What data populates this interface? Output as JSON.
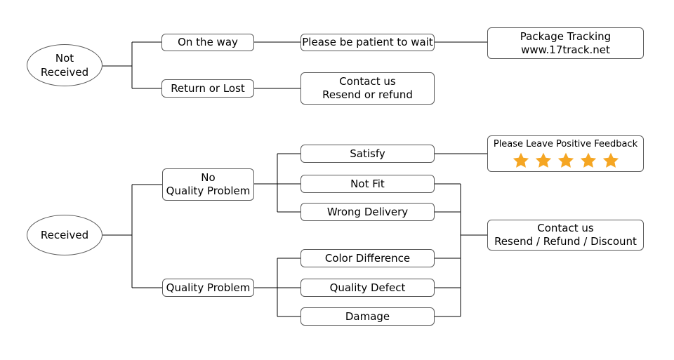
{
  "not_received": {
    "label_line1": "Not",
    "label_line2": "Received",
    "on_the_way": "On the way",
    "return_or_lost": "Return or Lost",
    "be_patient": "Please be patient to wait",
    "tracking_line1": "Package Tracking",
    "tracking_line2": "www.17track.net",
    "contact_line1": "Contact us",
    "contact_line2": "Resend or refund"
  },
  "received": {
    "label": "Received",
    "no_quality_line1": "No",
    "no_quality_line2": "Quality Problem",
    "quality_problem": "Quality Problem",
    "satisfy": "Satisfy",
    "not_fit": "Not Fit",
    "wrong_delivery": "Wrong Delivery",
    "color_difference": "Color Difference",
    "quality_defect": "Quality Defect",
    "damage": "Damage",
    "feedback_title": "Please Leave Positive Feedback",
    "feedback_stars": 5,
    "star_color": "#F5A623",
    "contact_line1": "Contact us",
    "contact_line2": "Resend / Refund / Discount"
  }
}
